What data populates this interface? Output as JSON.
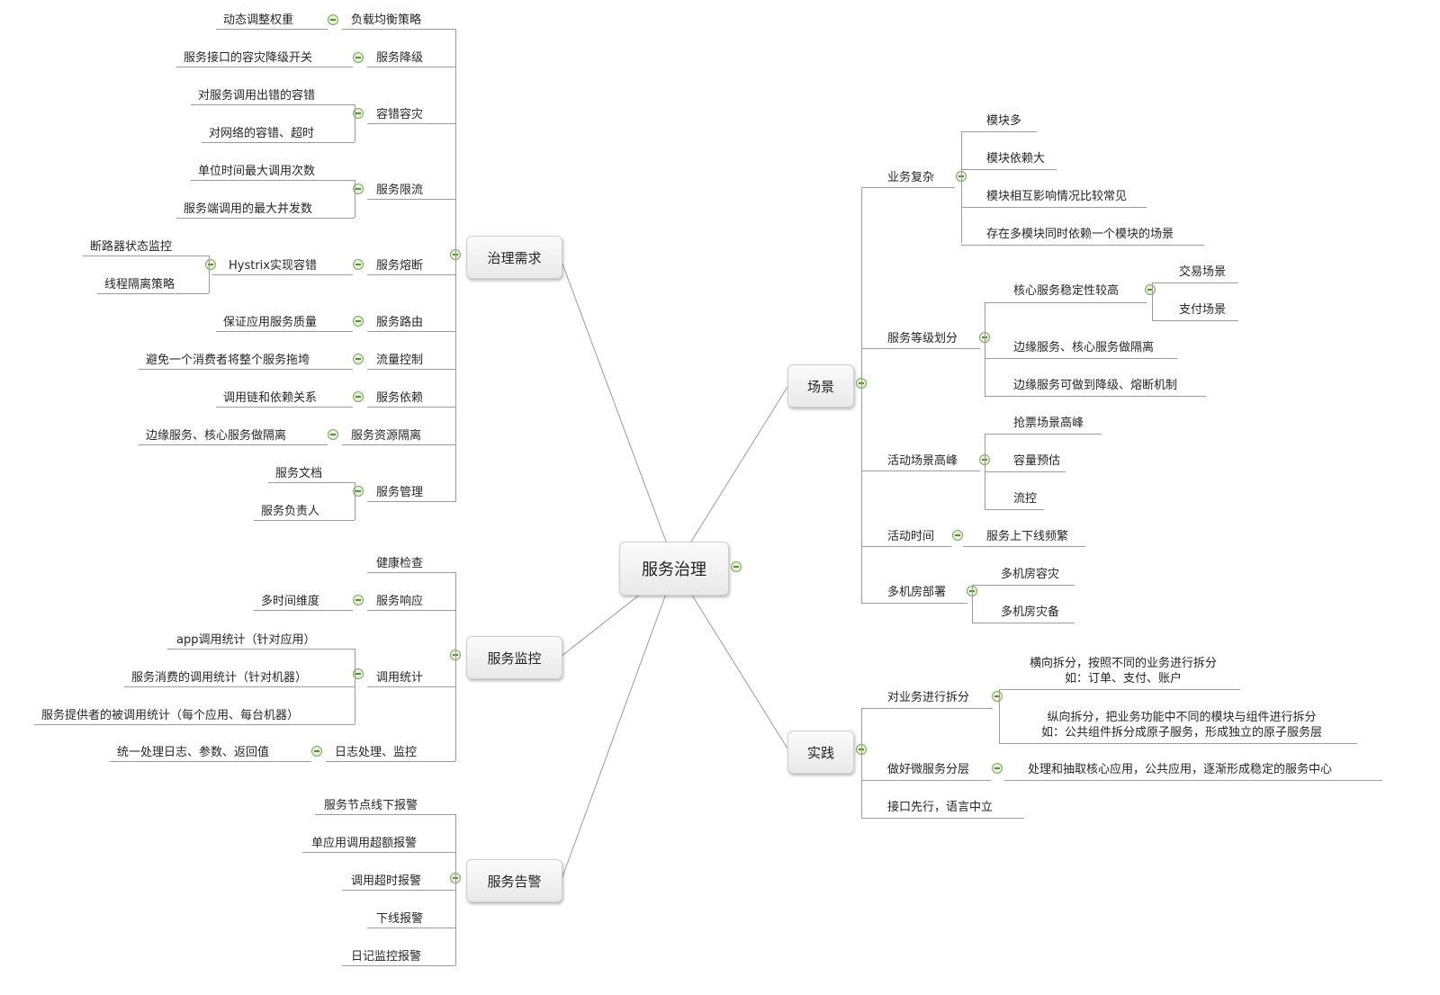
{
  "root": "服务治理",
  "branches": {
    "governance": {
      "title": "治理需求",
      "items": [
        {
          "name": "负载均衡策略",
          "children": [
            "动态调整权重"
          ]
        },
        {
          "name": "服务降级",
          "children": [
            "服务接口的容灾降级开关"
          ]
        },
        {
          "name": "容错容灾",
          "children": [
            "对服务调用出错的容错",
            "对网络的容错、超时"
          ]
        },
        {
          "name": "服务限流",
          "children": [
            "单位时间最大调用次数",
            "服务端调用的最大并发数"
          ]
        },
        {
          "name": "服务熔断",
          "children": [
            "Hystrix实现容错"
          ],
          "grandchildren": [
            "断路器状态监控",
            "线程隔离策略"
          ]
        },
        {
          "name": "服务路由",
          "children": [
            "保证应用服务质量"
          ]
        },
        {
          "name": "流量控制",
          "children": [
            "避免一个消费者将整个服务拖垮"
          ]
        },
        {
          "name": "服务依赖",
          "children": [
            "调用链和依赖关系"
          ]
        },
        {
          "name": "服务资源隔离",
          "children": [
            "边缘服务、核心服务做隔离"
          ]
        },
        {
          "name": "服务管理",
          "children": [
            "服务文档",
            "服务负责人"
          ]
        }
      ]
    },
    "monitoring": {
      "title": "服务监控",
      "items": [
        {
          "name": "健康检查",
          "children": []
        },
        {
          "name": "服务响应",
          "children": [
            "多时间维度"
          ]
        },
        {
          "name": "调用统计",
          "children": [
            "app调用统计（针对应用）",
            "服务消费的调用统计（针对机器）",
            "服务提供者的被调用统计（每个应用、每台机器）"
          ]
        },
        {
          "name": "日志处理、监控",
          "children": [
            "统一处理日志、参数、返回值"
          ]
        }
      ]
    },
    "alerts": {
      "title": "服务告警",
      "items": [
        "服务节点线下报警",
        "单应用调用超额报警",
        "调用超时报警",
        "下线报警",
        "日记监控报警"
      ]
    },
    "scenarios": {
      "title": "场景",
      "items": [
        {
          "name": "业务复杂",
          "children": [
            "模块多",
            "模块依赖大",
            "模块相互影响情况比较常见",
            "存在多模块同时依赖一个模块的场景"
          ]
        },
        {
          "name": "服务等级划分",
          "children": [
            "核心服务稳定性较高",
            "边缘服务、核心服务做隔离",
            "边缘服务可做到降级、熔断机制"
          ],
          "grandchildren": [
            "交易场景",
            "支付场景"
          ]
        },
        {
          "name": "活动场景高峰",
          "children": [
            "抢票场景高峰",
            "容量预估",
            "流控"
          ]
        },
        {
          "name": "活动时间",
          "children": [
            "服务上下线频繁"
          ]
        },
        {
          "name": "多机房部署",
          "children": [
            "多机房容灾",
            "多机房灾备"
          ]
        }
      ]
    },
    "practice": {
      "title": "实践",
      "items": [
        {
          "name": "对业务进行拆分",
          "children": [
            [
              "横向拆分，按照不同的业务进行拆分",
              "如：订单、支付、账户"
            ],
            [
              "纵向拆分，把业务功能中不同的模块与组件进行拆分",
              "如：公共组件拆分成原子服务，形成独立的原子服务层"
            ]
          ]
        },
        {
          "name": "做好微服务分层",
          "children": [
            "处理和抽取核心应用，公共应用，逐渐形成稳定的服务中心"
          ]
        },
        {
          "name": "接口先行，语言中立",
          "children": []
        }
      ]
    }
  }
}
